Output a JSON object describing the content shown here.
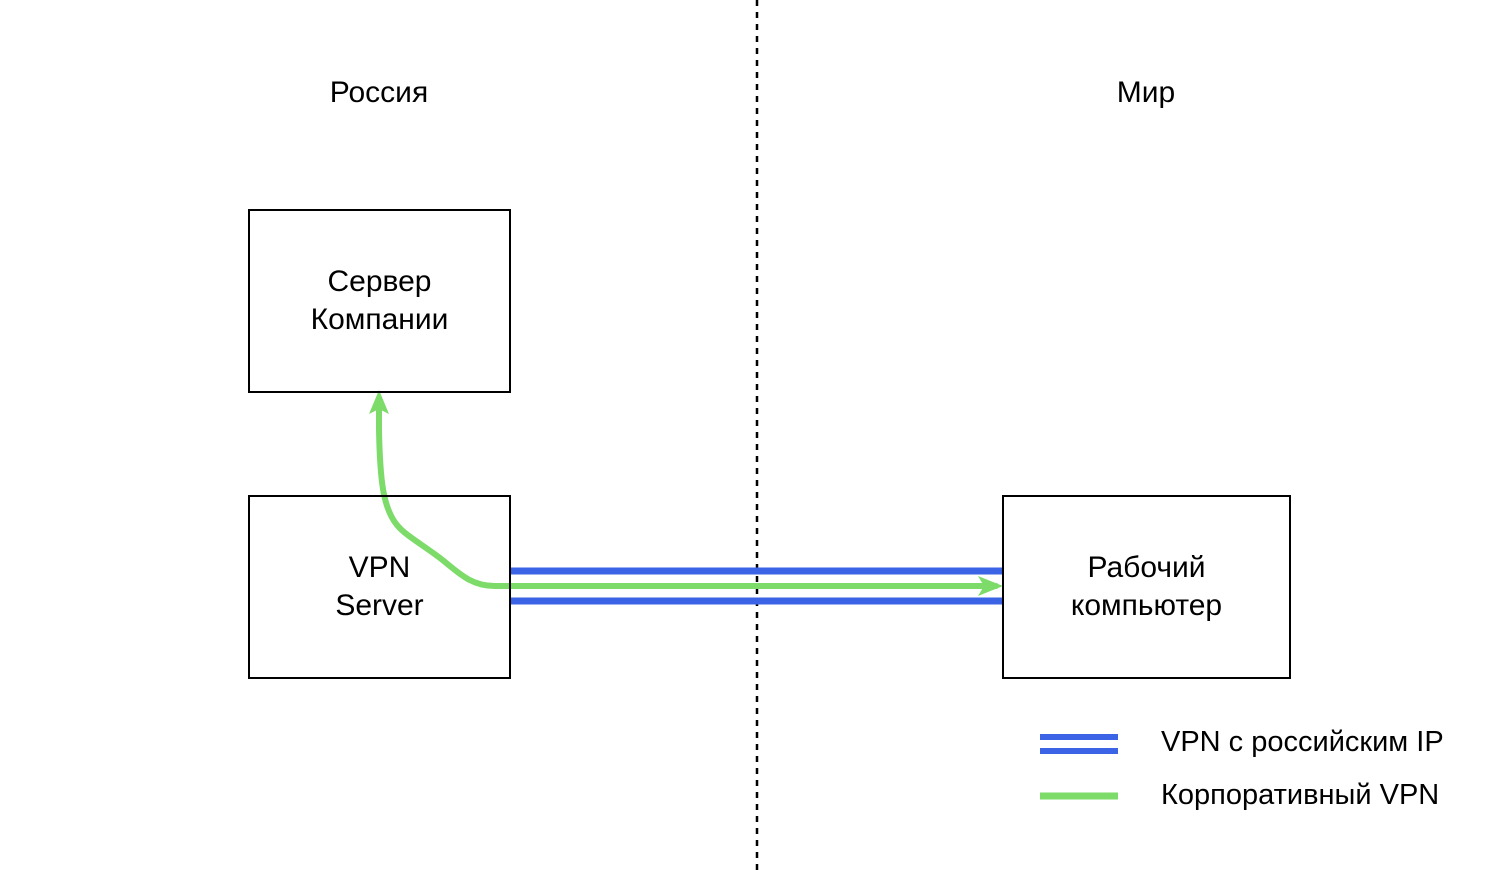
{
  "regions": {
    "left": "Россия",
    "right": "Мир"
  },
  "nodes": {
    "company_server": {
      "line1": "Сервер",
      "line2": "Компании"
    },
    "vpn_server": {
      "line1": "VPN",
      "line2": "Server"
    },
    "work_computer": {
      "line1": "Рабочий",
      "line2": "компьютер"
    }
  },
  "legend": {
    "russian_ip_vpn": "VPN с российским IP",
    "corporate_vpn": "Корпоративный VPN"
  },
  "colors": {
    "russian_ip_vpn": "#3b63e6",
    "corporate_vpn": "#7ddb6a",
    "border": "#000000",
    "divider": "#000000"
  }
}
